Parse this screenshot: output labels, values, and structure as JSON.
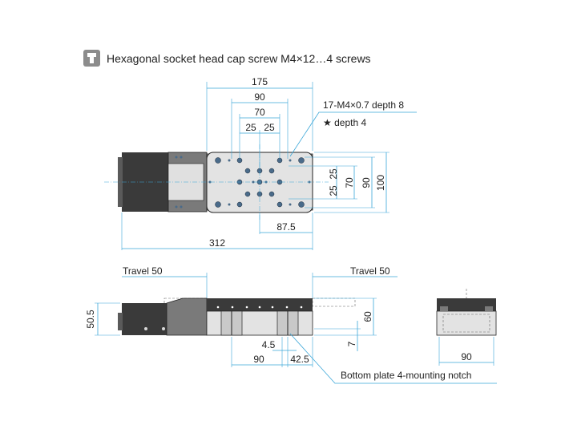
{
  "header": {
    "icon": "screw-head-icon",
    "caption": "Hexagonal socket head cap screw M4×12…4 screws"
  },
  "top_view": {
    "dim_175": "175",
    "dim_90": "90",
    "dim_70": "70",
    "dim_25a": "25",
    "dim_25b": "25",
    "note_holes": "17-M4×0.7 depth 8",
    "note_star": "★ depth 4",
    "dim_v25a": "25",
    "dim_v25b": "25",
    "dim_v70": "70",
    "dim_v90": "90",
    "dim_v100": "100",
    "dim_87_5": "87.5",
    "dim_312": "312"
  },
  "side_view": {
    "travel_left": "Travel 50",
    "travel_right": "Travel 50",
    "dim_50_5": "50.5",
    "dim_60": "60",
    "dim_7": "7",
    "dim_4_5": "4.5",
    "dim_90": "90",
    "dim_42_5": "42.5",
    "note_notch": "Bottom plate 4-mounting notch"
  },
  "end_view": {
    "dim_90": "90"
  },
  "colors": {
    "dimension": "#3aa6d8",
    "body_dark": "#3a3a3a",
    "body_mid": "#7a7a7a",
    "body_light": "#d9d9d9",
    "icon_bg": "#8c8c8c"
  }
}
